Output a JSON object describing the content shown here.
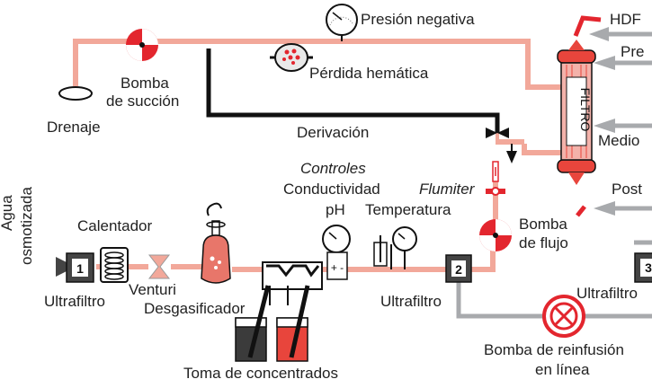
{
  "labels": {
    "presion_negativa": "Presión negativa",
    "hdf": "HDF",
    "pre": "Pre",
    "bomba_succion_1": "Bomba",
    "bomba_succion_2": "de succión",
    "perdida_hematica": "Pérdida hemática",
    "drenaje": "Drenaje",
    "derivacion": "Derivación",
    "filtro": "FILTRO",
    "medio": "Medio",
    "controles": "Controles",
    "conductividad": "Conductividad",
    "flumiter": "Flumiter",
    "post": "Post",
    "ph": "pH",
    "temperatura": "Temperatura",
    "agua_1": "Agua",
    "agua_2": "osmotizada",
    "calentador": "Calentador",
    "bomba_flujo_1": "Bomba",
    "bomba_flujo_2": "de flujo",
    "uf1_number": "1",
    "uf2_number": "2",
    "uf3_number": "3",
    "ultrafiltro_1": "Ultrafiltro",
    "venturi": "Venturi",
    "desgasificador": "Desgasificador",
    "ultrafiltro_2": "Ultrafiltro",
    "ultrafiltro_3": "Ultrafiltro",
    "bomba_reinfusion_1": "Bomba de reinfusión",
    "bomba_reinfusion_2": "en línea",
    "toma_concentrados": "Toma de concentrados"
  },
  "colors": {
    "dialysate_line": "#f2a89a",
    "pump_red": "#e3262e",
    "bypass_line": "#111111",
    "fluid_line": "#a8aaad",
    "filter_red": "#e8453c"
  }
}
